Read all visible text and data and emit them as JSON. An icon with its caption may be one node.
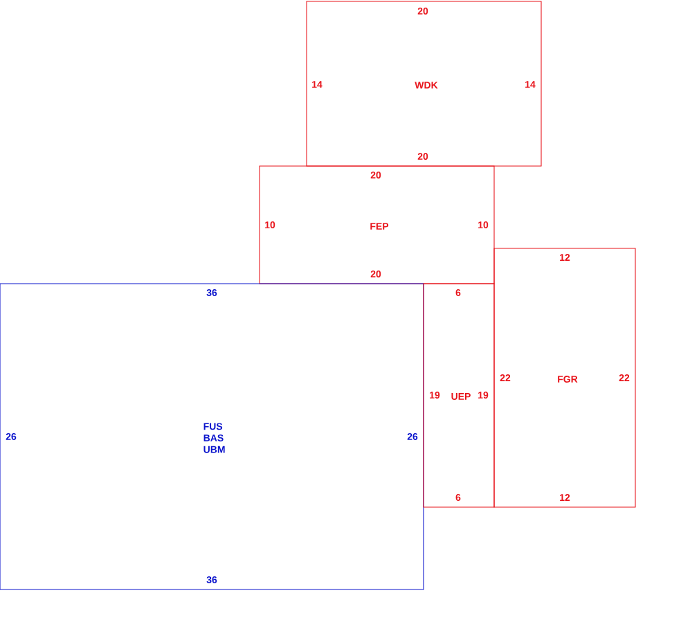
{
  "diagram": {
    "nodes": [
      {
        "text": [
          "20",
          "14",
          "WDK",
          "14",
          "20"
        ]
      },
      {
        "text": [
          "20",
          "10",
          "FEP",
          "10",
          "20"
        ]
      },
      {
        "text": [
          "12",
          "22",
          "FGR",
          "22",
          "12"
        ]
      },
      {
        "text": [
          "36",
          "26",
          "FUS BAS UBM",
          "26",
          "36"
        ]
      },
      {
        "text": [
          "6",
          "19",
          "UEP",
          "19",
          "6"
        ]
      }
    ]
  }
}
